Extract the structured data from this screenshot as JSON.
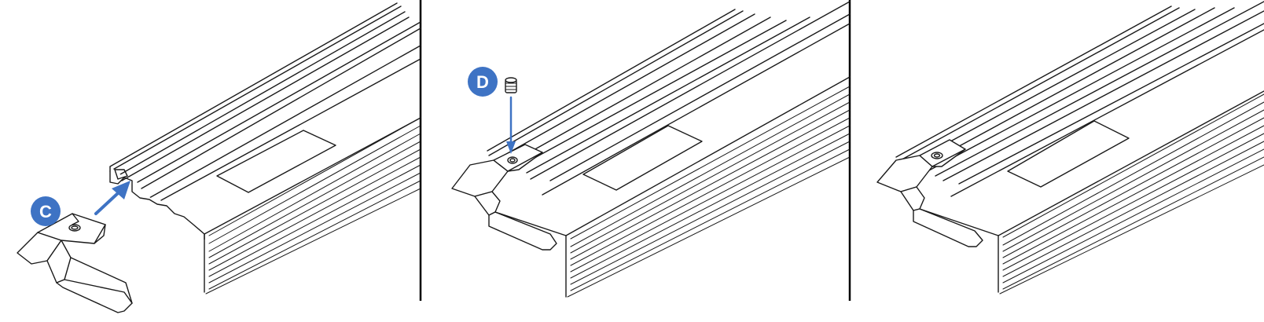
{
  "panels": [
    {
      "id": "step-1",
      "callout": "C"
    },
    {
      "id": "step-2",
      "callout": "D"
    },
    {
      "id": "step-3",
      "callout": ""
    }
  ],
  "colors": {
    "accent": "#3e73c4",
    "line": "#1a1a1a",
    "background": "#ffffff"
  }
}
